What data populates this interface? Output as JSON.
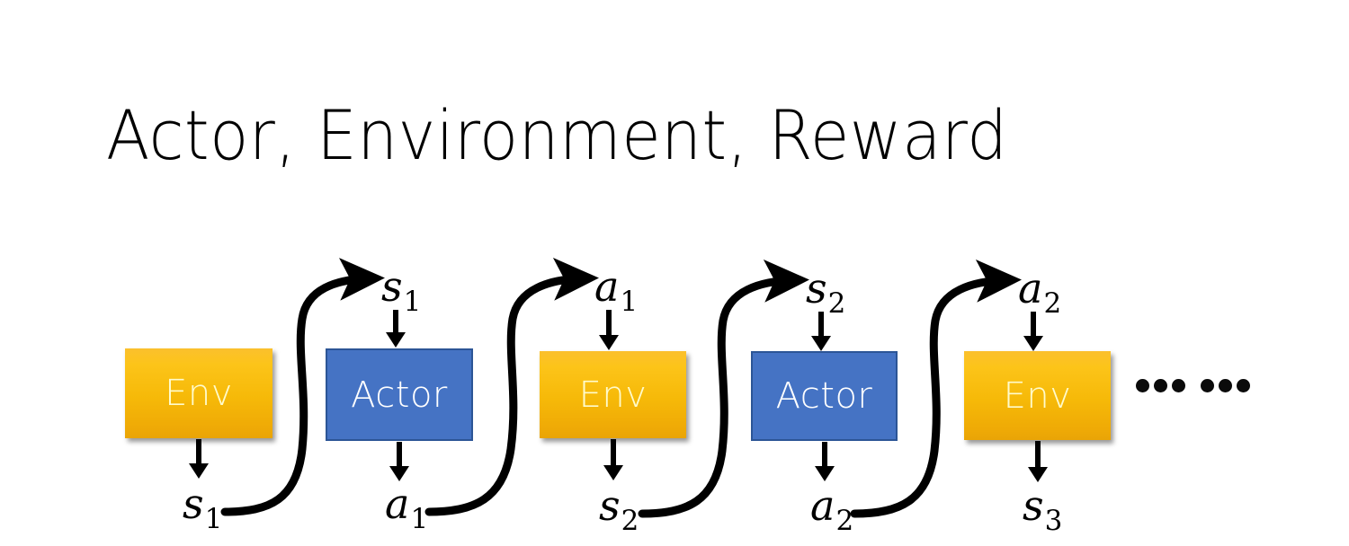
{
  "slide": {
    "title": "Actor, Environment, Reward",
    "background_color": "#FFFFFF"
  },
  "colors": {
    "env_fill": "#F6B908",
    "env_fill_top": "#FBC02D",
    "env_text": "#FFFBCC",
    "actor_fill": "#4573C4",
    "actor_border": "#2C5596",
    "actor_text": "#FFFFFF",
    "arrow": "#000000",
    "title_text": "#000000"
  },
  "diagram": {
    "type": "sequence-flow",
    "description": "Reinforcement learning interaction loop alternating Environment and Actor blocks",
    "boxes": [
      {
        "id": "env-1",
        "label": "Env",
        "kind": "env",
        "index": 1
      },
      {
        "id": "actor-1",
        "label": "Actor",
        "kind": "actor",
        "index": 2
      },
      {
        "id": "env-2",
        "label": "Env",
        "kind": "env",
        "index": 3
      },
      {
        "id": "actor-2",
        "label": "Actor",
        "kind": "actor",
        "index": 4
      },
      {
        "id": "env-3",
        "label": "Env",
        "kind": "env",
        "index": 5
      }
    ],
    "top_labels": [
      {
        "id": "top-s1",
        "symbol": "s",
        "subscript": "1",
        "feeds_into": "actor-1"
      },
      {
        "id": "top-a1",
        "symbol": "a",
        "subscript": "1",
        "feeds_into": "env-2"
      },
      {
        "id": "top-s2",
        "symbol": "s",
        "subscript": "2",
        "feeds_into": "actor-2"
      },
      {
        "id": "top-a2",
        "symbol": "a",
        "subscript": "2",
        "feeds_into": "env-3"
      }
    ],
    "bottom_labels": [
      {
        "id": "bot-s1",
        "symbol": "s",
        "subscript": "1",
        "emitted_by": "env-1"
      },
      {
        "id": "bot-a1",
        "symbol": "a",
        "subscript": "1",
        "emitted_by": "actor-1"
      },
      {
        "id": "bot-s2",
        "symbol": "s",
        "subscript": "2",
        "emitted_by": "env-2"
      },
      {
        "id": "bot-a2",
        "symbol": "a",
        "subscript": "2",
        "emitted_by": "actor-2"
      },
      {
        "id": "bot-s3",
        "symbol": "s",
        "subscript": "3",
        "emitted_by": "env-3"
      }
    ],
    "continuation": {
      "id": "ellipsis",
      "glyph": "......",
      "dot_count": 6,
      "meaning": "sequence continues"
    }
  }
}
